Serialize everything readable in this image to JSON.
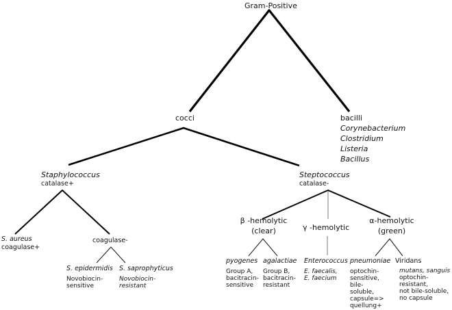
{
  "diagram": {
    "root": {
      "label": "Gram-Positive"
    },
    "cocci": {
      "label": "cocci"
    },
    "bacilli": {
      "label": "bacilli",
      "genera": [
        "Corynebacterium",
        "Clostridium",
        "Listeria",
        "Bacillus"
      ]
    },
    "staphylococcus": {
      "name": "Staphylococcus",
      "test": "catalase+"
    },
    "steptococcus": {
      "name": "Steptococcus",
      "test": "catalase-"
    },
    "s_aureus": {
      "name": "S. aureus",
      "test": "coagulase+"
    },
    "coagulase_negative": {
      "label": "coagulase-"
    },
    "s_epidermidis": {
      "name": "S. epidermidis",
      "note": [
        "Novobiocin-",
        "sensitive"
      ]
    },
    "s_saprophyticus": {
      "name": "S. saprophyticus",
      "note": [
        "Novobiocin-",
        "resistant"
      ]
    },
    "beta_hemolytic": {
      "label": "β -hemolytic",
      "sub": "(clear)"
    },
    "gamma_hemolytic": {
      "label": "γ -hemolytic"
    },
    "alpha_hemolytic": {
      "label": "α-hemolytic",
      "sub": "(green)"
    },
    "pyogenes": {
      "name": "pyogenes",
      "note": [
        "Group A,",
        "bacitracin-",
        "sensitive"
      ]
    },
    "agalactiae": {
      "name": "agalactiae",
      "note": [
        "Group B,",
        "bacitracin-",
        "resistant"
      ]
    },
    "enterococcus": {
      "name": "Enterococcus",
      "note": [
        "E. faecalis,",
        "E. faecium"
      ]
    },
    "pneumoniae": {
      "name": "pneumoniae",
      "note": [
        "optochin-",
        "sensitive,",
        "bile-",
        "soluble,",
        "capsule=>",
        "quellung+"
      ]
    },
    "viridans": {
      "name": "Viridans",
      "species": "mutans, sanguis",
      "note": [
        "optochin-",
        "resistant,",
        "not bile-soluble,",
        "no capsule"
      ]
    }
  },
  "colors": {
    "line": "#000000",
    "gamma_line": "#909090",
    "text": "#111111"
  }
}
